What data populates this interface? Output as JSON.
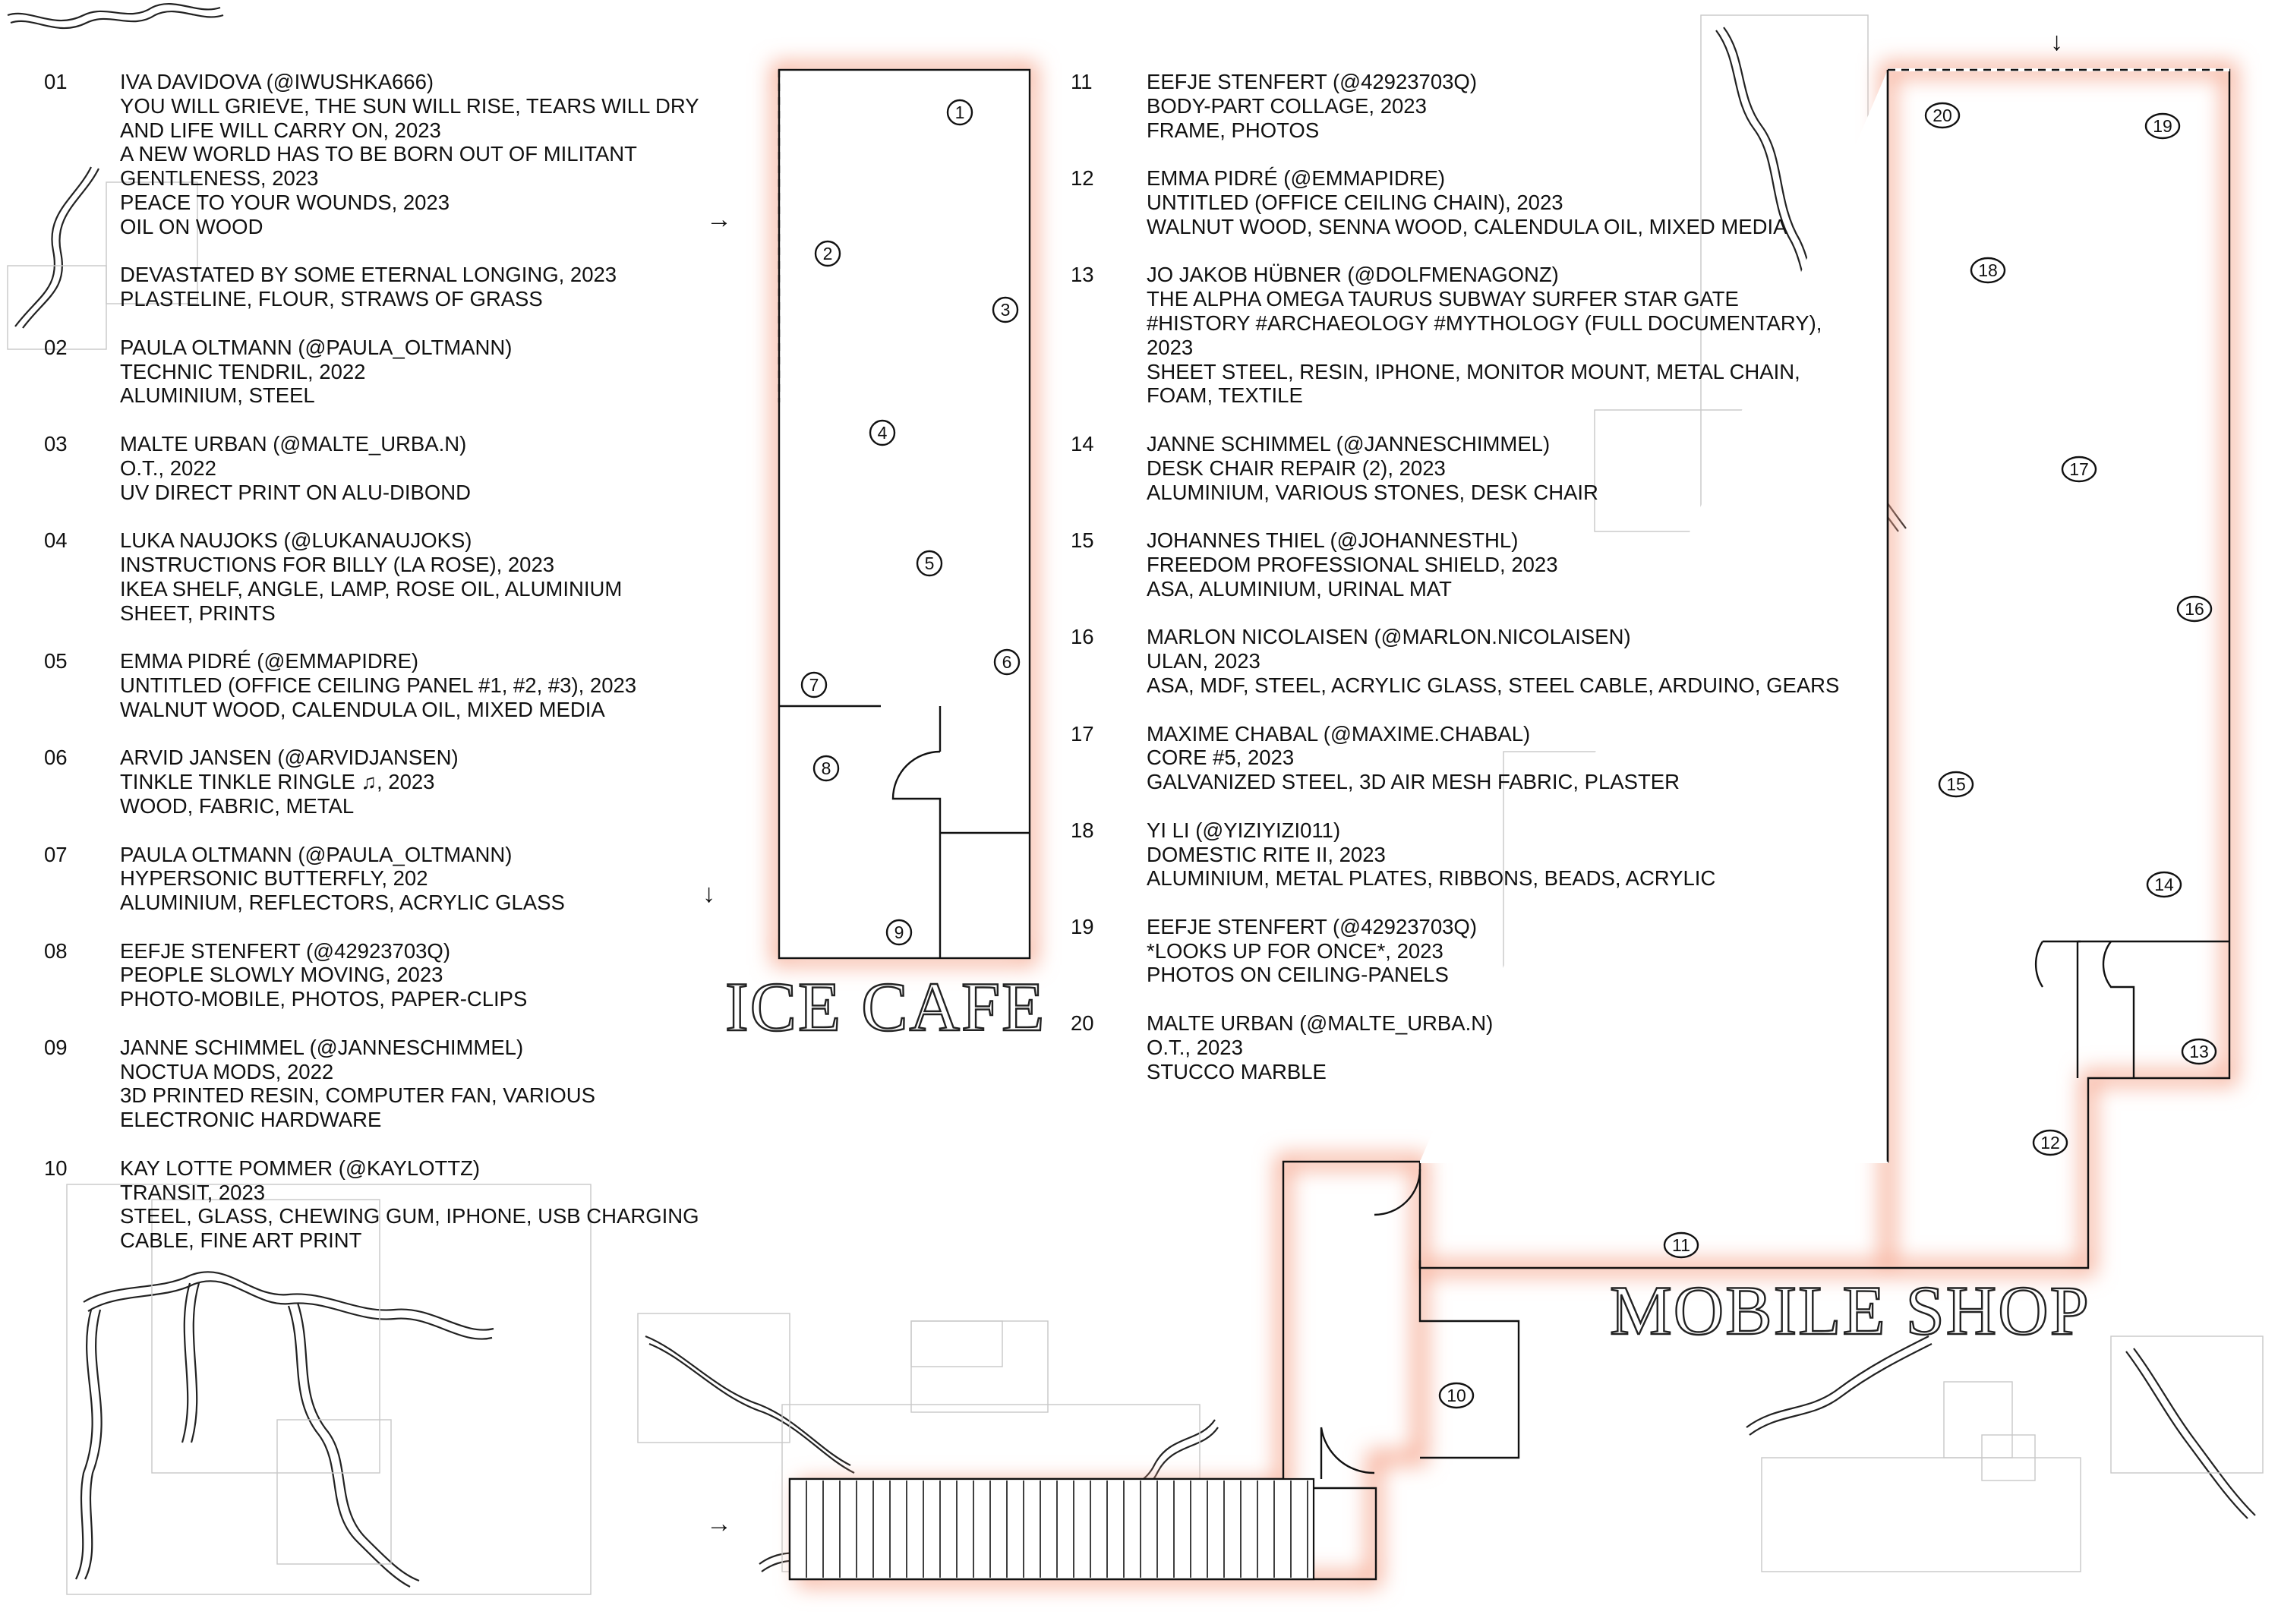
{
  "artworks": [
    {
      "num": "01",
      "artist": "IVA DAVIDOVA (@IWUSHKA666)",
      "works": [
        [
          "YOU WILL GRIEVE, THE SUN WILL RISE, TEARS WILL DRY",
          "AND LIFE WILL CARRY ON, 2023",
          "A NEW WORLD HAS TO BE BORN OUT OF MILITANT",
          "GENTLENESS, 2023",
          "PEACE TO YOUR WOUNDS, 2023",
          "OIL ON WOOD"
        ],
        [
          "DEVASTATED BY SOME ETERNAL LONGING, 2023",
          "PLASTELINE, FLOUR, STRAWS OF GRASS"
        ]
      ]
    },
    {
      "num": "02",
      "artist": "PAULA OLTMANN (@PAULA_OLTMANN)",
      "works": [
        [
          "TECHNIC TENDRIL, 2022",
          "ALUMINIUM, STEEL"
        ]
      ]
    },
    {
      "num": "03",
      "artist": "MALTE URBAN (@MALTE_URBA.N)",
      "works": [
        [
          "O.T., 2022",
          "UV DIRECT PRINT ON ALU-DIBOND"
        ]
      ]
    },
    {
      "num": "04",
      "artist": "LUKA NAUJOKS (@LUKANAUJOKS)",
      "works": [
        [
          "INSTRUCTIONS FOR BILLY (LA ROSE), 2023",
          "IKEA SHELF, ANGLE, LAMP, ROSE OIL, ALUMINIUM",
          "SHEET, PRINTS"
        ]
      ]
    },
    {
      "num": "05",
      "artist": "EMMA PIDRÉ (@EMMAPIDRE)",
      "works": [
        [
          "UNTITLED (OFFICE CEILING PANEL #1, #2, #3), 2023",
          "WALNUT WOOD, CALENDULA OIL, MIXED MEDIA"
        ]
      ]
    },
    {
      "num": "06",
      "artist": "ARVID JANSEN (@ARVIDJANSEN)",
      "works": [
        [
          "TINKLE TINKLE RINGLE ♫, 2023",
          "WOOD, FABRIC, METAL"
        ]
      ]
    },
    {
      "num": "07",
      "artist": "PAULA OLTMANN (@PAULA_OLTMANN)",
      "works": [
        [
          "HYPERSONIC BUTTERFLY, 202",
          "ALUMINIUM, REFLECTORS, ACRYLIC GLASS"
        ]
      ]
    },
    {
      "num": "08",
      "artist": "EEFJE STENFERT (@42923703Q)",
      "works": [
        [
          "PEOPLE SLOWLY MOVING, 2023",
          "PHOTO-MOBILE, PHOTOS, PAPER-CLIPS"
        ]
      ]
    },
    {
      "num": "09",
      "artist": "JANNE SCHIMMEL (@JANNESCHIMMEL)",
      "works": [
        [
          "NOCTUA MODS, 2022",
          "3D PRINTED RESIN, COMPUTER FAN, VARIOUS",
          "ELECTRONIC HARDWARE"
        ]
      ]
    },
    {
      "num": "10",
      "artist": "KAY LOTTE POMMER (@KAYLOTTZ)",
      "works": [
        [
          "TRANSIT, 2023",
          "STEEL, GLASS, CHEWING GUM, IPHONE, USB CHARGING",
          "CABLE, FINE ART PRINT"
        ]
      ]
    },
    {
      "num": "11",
      "artist": "EEFJE STENFERT (@42923703Q)",
      "works": [
        [
          "BODY-PART COLLAGE, 2023",
          "FRAME, PHOTOS"
        ]
      ]
    },
    {
      "num": "12",
      "artist": "EMMA PIDRÉ (@EMMAPIDRE)",
      "works": [
        [
          "UNTITLED (OFFICE CEILING CHAIN), 2023",
          "WALNUT WOOD, SENNA WOOD, CALENDULA OIL, MIXED MEDIA"
        ]
      ]
    },
    {
      "num": "13",
      "artist": "JO JAKOB HÜBNER (@DOLFMENAGONZ)",
      "works": [
        [
          "THE ALPHA OMEGA TAURUS SUBWAY SURFER STAR GATE",
          "#HISTORY #ARCHAEOLOGY #MYTHOLOGY (FULL DOCUMENTARY),",
          "2023",
          "SHEET STEEL, RESIN, IPHONE, MONITOR MOUNT, METAL CHAIN,",
          "FOAM, TEXTILE"
        ]
      ]
    },
    {
      "num": "14",
      "artist": "JANNE SCHIMMEL (@JANNESCHIMMEL)",
      "works": [
        [
          "DESK CHAIR REPAIR (2), 2023",
          "ALUMINIUM, VARIOUS STONES, DESK CHAIR"
        ]
      ]
    },
    {
      "num": "15",
      "artist": "JOHANNES THIEL (@JOHANNESTHL)",
      "works": [
        [
          "FREEDOM PROFESSIONAL SHIELD, 2023",
          "ASA, ALUMINIUM, URINAL MAT"
        ]
      ]
    },
    {
      "num": "16",
      "artist": "MARLON NICOLAISEN (@MARLON.NICOLAISEN)",
      "works": [
        [
          "ULAN, 2023",
          "ASA, MDF, STEEL, ACRYLIC GLASS, STEEL CABLE, ARDUINO, GEARS"
        ]
      ]
    },
    {
      "num": "17",
      "artist": "MAXIME CHABAL (@MAXIME.CHABAL)",
      "works": [
        [
          "CORE #5, 2023",
          "GALVANIZED STEEL, 3D AIR MESH FABRIC, PLASTER"
        ]
      ]
    },
    {
      "num": "18",
      "artist": "YI LI (@YIZIYIZI011)",
      "works": [
        [
          "DOMESTIC RITE II, 2023",
          "ALUMINIUM, METAL PLATES, RIBBONS, BEADS, ACRYLIC"
        ]
      ]
    },
    {
      "num": "19",
      "artist": "EEFJE STENFERT (@42923703Q)",
      "works": [
        [
          "*LOOKS UP FOR ONCE*, 2023",
          "PHOTOS ON CEILING-PANELS"
        ]
      ]
    },
    {
      "num": "20",
      "artist": "MALTE URBAN (@MALTE_URBA.N)",
      "works": [
        [
          "O.T., 2023",
          "STUCCO MARBLE"
        ]
      ]
    }
  ],
  "rooms": {
    "ice_cafe": "ICE CAFE",
    "mobile_shop": "MOBILE SHOP"
  },
  "markers": [
    "1",
    "2",
    "3",
    "4",
    "5",
    "6",
    "7",
    "8",
    "9",
    "10",
    "11",
    "12",
    "13",
    "14",
    "15",
    "16",
    "17",
    "18",
    "19",
    "20"
  ],
  "arrows": {
    "right": "→",
    "down": "↓"
  },
  "colors": {
    "ink": "#111111",
    "glow": "#f6a890",
    "frame": "#c8c8c8"
  }
}
